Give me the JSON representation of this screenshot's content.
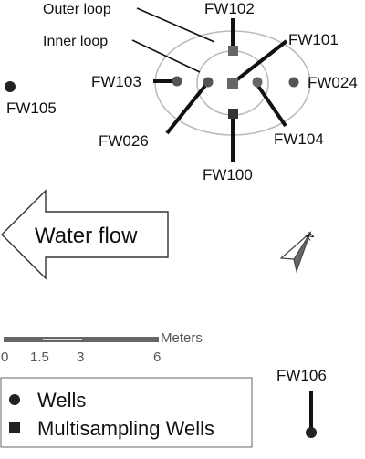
{
  "map": {
    "loops": {
      "outer_label": "Outer loop",
      "inner_label": "Inner loop"
    },
    "wells": {
      "FW102": "FW102",
      "FW101": "FW101",
      "FW103": "FW103",
      "FW024": "FW024",
      "FW105": "FW105",
      "FW026": "FW026",
      "FW104": "FW104",
      "FW100": "FW100",
      "FW106": "FW106"
    },
    "flow_label": "Water flow",
    "north_label": "N",
    "scale": {
      "unit": "Meters",
      "ticks": [
        "0",
        "1.5",
        "3",
        "6"
      ]
    },
    "legend": {
      "wells": "Wells",
      "multisampling": "Multisampling Wells"
    },
    "colors": {
      "ink": "#111111",
      "well": "#333333",
      "multisampling": "#666666",
      "loop": "#bbbbbb",
      "scale_bar": "#666666"
    }
  }
}
